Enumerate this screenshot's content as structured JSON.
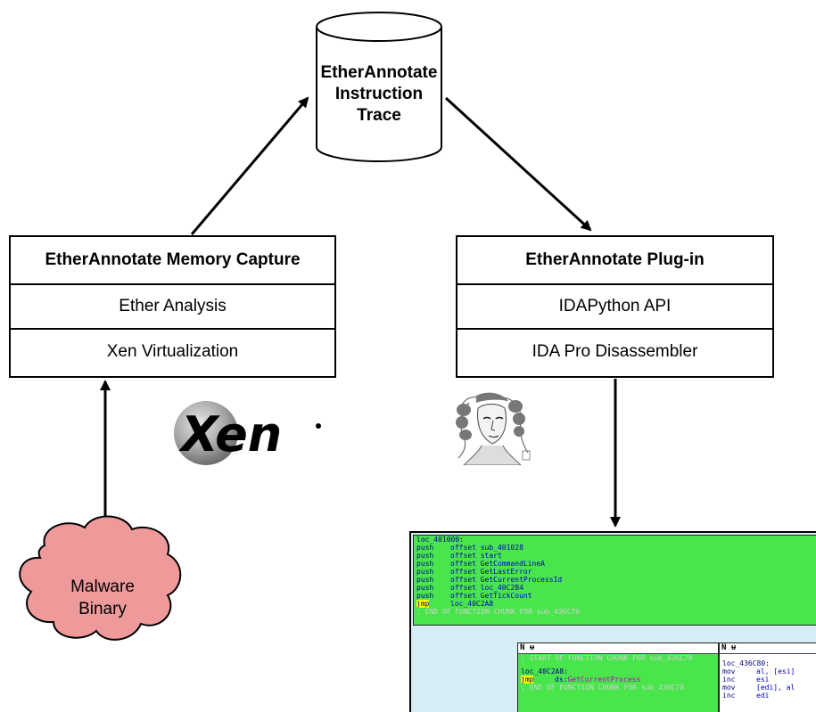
{
  "trace": {
    "line1": "EtherAnnotate",
    "line2": "Instruction",
    "line3": "Trace"
  },
  "left_stack": {
    "title": "EtherAnnotate Memory Capture",
    "row2": "Ether Analysis",
    "row3": "Xen Virtualization"
  },
  "right_stack": {
    "title": "EtherAnnotate Plug-in",
    "row2": "IDAPython API",
    "row3": "IDA Pro Disassembler"
  },
  "cloud": {
    "line1": "Malware",
    "line2": "Binary"
  },
  "xen_logo": {
    "text": "Xen"
  },
  "ida_view": {
    "block1": {
      "label": "loc_401000:",
      "lines": [
        {
          "op": "push",
          "arg": "offset sub_401028"
        },
        {
          "op": "push",
          "arg": "offset start"
        },
        {
          "op": "push",
          "arg": "offset GetCommandLineA"
        },
        {
          "op": "push",
          "arg": "offset GetLastError"
        },
        {
          "op": "push",
          "arg": "offset GetCurrentProcessId"
        },
        {
          "op": "push",
          "arg": "offset loc_40C2B4"
        },
        {
          "op": "push",
          "arg": "offset GetTickCount"
        },
        {
          "op": "jmp",
          "arg": "loc_40C2A8"
        }
      ],
      "comment": "; END OF FUNCTION CHUNK FOR sub_436C70"
    },
    "block2": {
      "header": "N ᵾ",
      "comment1": "; START OF FUNCTION CHUNK FOR sub_436C70",
      "label": "loc_40C2A8:",
      "op": "jmp",
      "arg_prefix": "ds:",
      "arg_fn": "GetCurrentProcess",
      "comment2": "; END OF FUNCTION CHUNK FOR sub_436C70"
    },
    "block3": {
      "header": "N ᵾ",
      "label": "loc_436C80:",
      "lines": [
        {
          "op": "mov",
          "arg": "al, [esi]"
        },
        {
          "op": "inc",
          "arg": "esi"
        },
        {
          "op": "mov",
          "arg": "[edi], al"
        },
        {
          "op": "inc",
          "arg": "edi"
        }
      ]
    }
  },
  "colors": {
    "cloud_fill": "#ef9a9a",
    "ida_block": "#49e64b",
    "ida_background": "#d7eef7"
  }
}
